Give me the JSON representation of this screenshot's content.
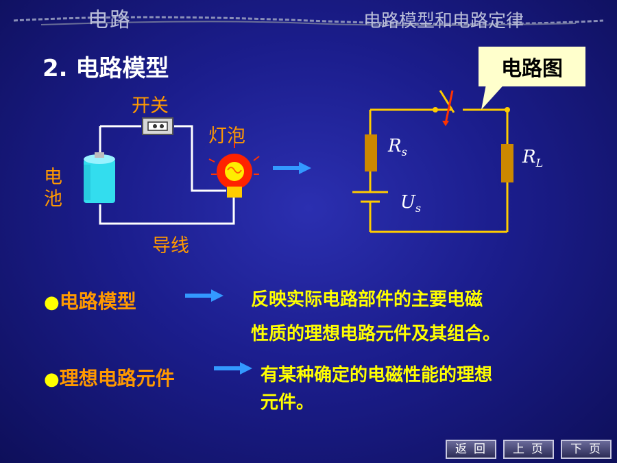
{
  "header": {
    "title": "电路",
    "right_title": "电路模型和电路定律"
  },
  "section": {
    "title": "2.  电路模型"
  },
  "diagram": {
    "switch_label": "开关",
    "bulb_label": "灯泡",
    "battery_label_1": "电",
    "battery_label_2": "池",
    "wire_label": "导线",
    "callout": "电路图",
    "rs_main": "R",
    "rs_sub": "s",
    "rl_main": "R",
    "rl_sub": "L",
    "us_main": "U",
    "us_sub": "s"
  },
  "bullets": [
    {
      "term": "电路模型",
      "definition_line1": "反映实际电路部件的主要电磁",
      "definition_line2": "性质的理想电路元件及其组合。"
    },
    {
      "term": "理想电路元件",
      "definition_line1": "有某种确定的电磁性能的理想",
      "definition_line2": "元件。"
    }
  ],
  "nav": {
    "back": "返回",
    "prev": "上页",
    "next": "下页"
  },
  "colors": {
    "accent_orange": "#ff9900",
    "text_yellow": "#ffff00",
    "arrow_blue": "#3399ff",
    "resistor": "#cc8800"
  }
}
